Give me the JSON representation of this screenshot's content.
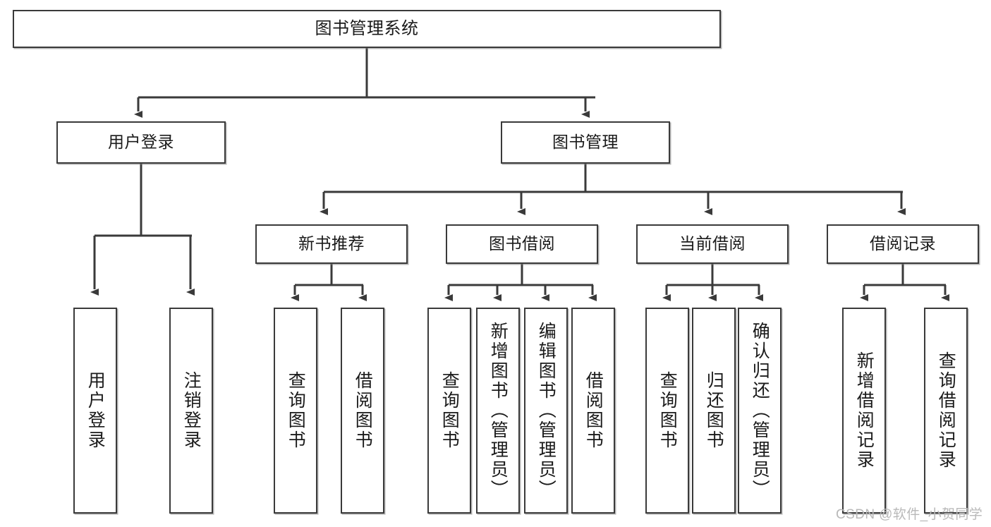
{
  "diagram": {
    "type": "tree-hierarchy",
    "title": "图书管理系统",
    "root": {
      "label": "图书管理系统"
    },
    "level2": [
      {
        "id": "user-login",
        "label": "用户登录"
      },
      {
        "id": "book-manage",
        "label": "图书管理"
      }
    ],
    "level3": [
      {
        "id": "new-book-rec",
        "label": "新书推荐"
      },
      {
        "id": "book-borrow",
        "label": "图书借阅"
      },
      {
        "id": "current-borrow",
        "label": "当前借阅"
      },
      {
        "id": "borrow-record",
        "label": "借阅记录"
      }
    ],
    "leaves": {
      "user_login": [
        {
          "id": "leaf-user-login",
          "label": "用户登录"
        },
        {
          "id": "leaf-logout",
          "label": "注销登录"
        }
      ],
      "new_book_rec": [
        {
          "id": "leaf-query-book-1",
          "label": "查询图书"
        },
        {
          "id": "leaf-borrow-book-1",
          "label": "借阅图书"
        }
      ],
      "book_borrow": [
        {
          "id": "leaf-query-book-2",
          "label": "查询图书"
        },
        {
          "id": "leaf-add-book",
          "label": "新增图书（管理员）"
        },
        {
          "id": "leaf-edit-book",
          "label": "编辑图书（管理员）"
        },
        {
          "id": "leaf-borrow-book-2",
          "label": "借阅图书"
        }
      ],
      "current_borrow": [
        {
          "id": "leaf-query-book-3",
          "label": "查询图书"
        },
        {
          "id": "leaf-return-book",
          "label": "归还图书"
        },
        {
          "id": "leaf-confirm-return",
          "label": "确认归还（管理员）"
        }
      ],
      "borrow_record": [
        {
          "id": "leaf-add-record",
          "label": "新增借阅记录"
        },
        {
          "id": "leaf-query-record",
          "label": "查询借阅记录"
        }
      ]
    }
  },
  "watermark": {
    "text": "CSDN @软件_小贺同学"
  },
  "colors": {
    "stroke": "#3a3a3a",
    "box_fill": "#ffffff",
    "text": "#1a1a1a",
    "watermark": "#b9b9b9",
    "background": "#ffffff"
  }
}
